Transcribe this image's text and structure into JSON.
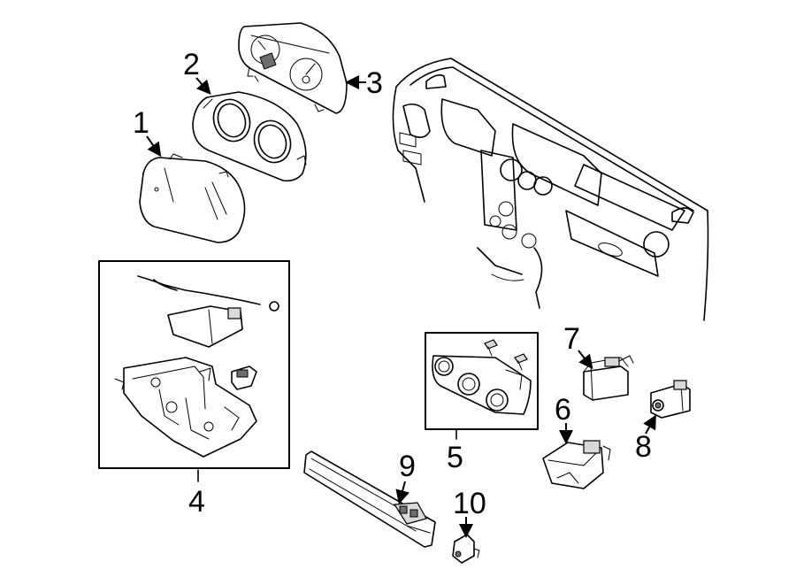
{
  "callouts": [
    {
      "id": "1",
      "text": "1"
    },
    {
      "id": "2",
      "text": "2"
    },
    {
      "id": "3",
      "text": "3"
    },
    {
      "id": "4",
      "text": "4"
    },
    {
      "id": "5",
      "text": "5"
    },
    {
      "id": "6",
      "text": "6"
    },
    {
      "id": "7",
      "text": "7"
    },
    {
      "id": "8",
      "text": "8"
    },
    {
      "id": "9",
      "text": "9"
    },
    {
      "id": "10",
      "text": "10"
    }
  ],
  "colors": {
    "line": "#000000",
    "background": "#ffffff",
    "shade": "#d9d9d9"
  }
}
